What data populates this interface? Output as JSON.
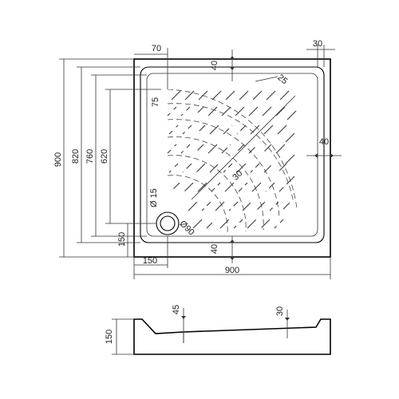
{
  "plan": {
    "outer_width": "900",
    "outer_height": "900",
    "inner_height_820": "820",
    "inner_height_760": "760",
    "inner_height_620": "620",
    "drain_offset_x": "150",
    "drain_offset_y": "150",
    "top_offset_70": "70",
    "rim_width_30": "30",
    "top_margin_40": "40",
    "right_margin_40": "40",
    "bottom_margin_40": "40",
    "corner_radius_25": "25",
    "hatch_radius_75": "75",
    "slope_30": "30",
    "drain_dia_label": "Ø 15",
    "drain_outer_label": "Ø90"
  },
  "side_view": {
    "height_150": "150",
    "depth_45": "45",
    "depth_30": "30"
  }
}
